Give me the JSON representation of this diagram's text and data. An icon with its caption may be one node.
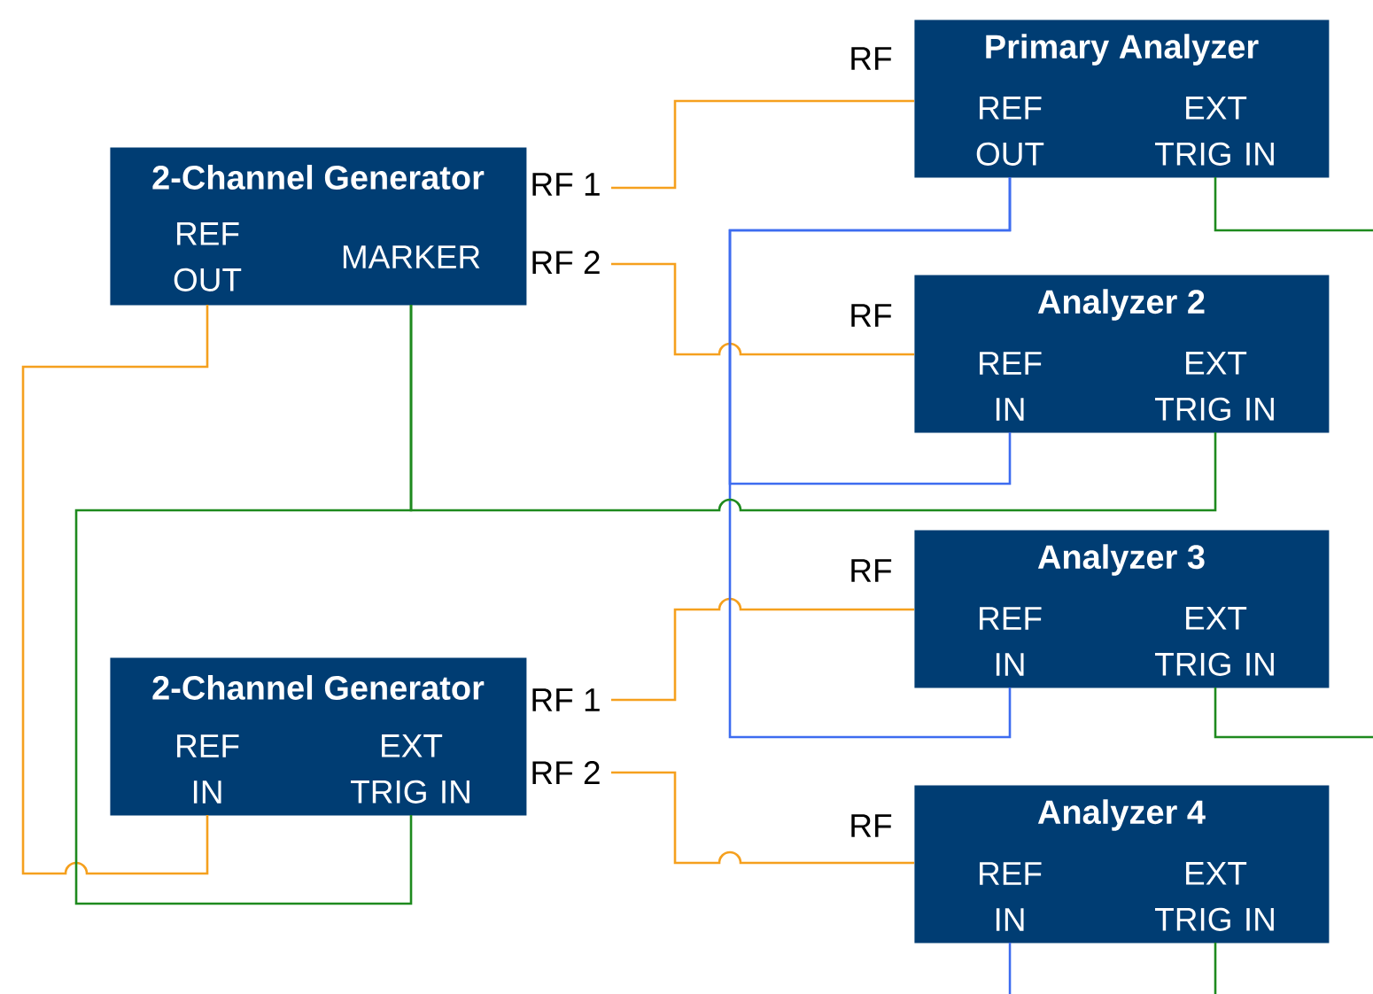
{
  "diagram": {
    "nodes": [
      {
        "text": [
          "2-Channel Generator",
          "REF OUT",
          "MARKER"
        ],
        "beside": [
          "RF 1",
          "RF 2"
        ]
      },
      {
        "text": [
          "2-Channel Generator",
          "REF IN",
          "EXT TRIG IN"
        ],
        "beside": [
          "RF 1",
          "RF 2"
        ]
      },
      {
        "text": [
          "Primary Analyzer",
          "REF OUT",
          "EXT TRIG IN"
        ],
        "beside": [
          "RF"
        ]
      },
      {
        "text": [
          "Analyzer 2",
          "REF IN",
          "EXT TRIG IN"
        ],
        "beside": [
          "RF"
        ]
      },
      {
        "text": [
          "Analyzer 3",
          "REF IN",
          "EXT TRIG IN"
        ],
        "beside": [
          "RF"
        ]
      },
      {
        "text": [
          "Analyzer 4",
          "REF IN",
          "EXT TRIG IN"
        ],
        "beside": [
          "RF"
        ]
      }
    ],
    "edges": [
      {
        "from": 0,
        "to": 2,
        "arrow": "none",
        "color": "#f5a01e"
      },
      {
        "from": 0,
        "to": 3,
        "arrow": "none",
        "color": "#f5a01e"
      },
      {
        "from": 1,
        "to": 4,
        "arrow": "none",
        "color": "#f5a01e"
      },
      {
        "from": 1,
        "to": 5,
        "arrow": "none",
        "color": "#f5a01e"
      },
      {
        "from": 0,
        "to": 1,
        "arrow": "none",
        "color": "#f5a01e"
      },
      {
        "from": 2,
        "to": 3,
        "arrow": "none",
        "color": "#3d6cf0"
      },
      {
        "from": 2,
        "to": 4,
        "arrow": "none",
        "color": "#3d6cf0"
      },
      {
        "from": 5,
        "to": null,
        "arrow": "none",
        "color": "#3d6cf0"
      },
      {
        "from": 0,
        "to": 1,
        "arrow": "none",
        "color": "#1e8a1e"
      },
      {
        "from": 0,
        "to": 3,
        "arrow": "none",
        "color": "#1e8a1e"
      },
      {
        "from": 2,
        "to": null,
        "arrow": "none",
        "color": "#1e8a1e"
      },
      {
        "from": 4,
        "to": null,
        "arrow": "none",
        "color": "#1e8a1e"
      },
      {
        "from": 5,
        "to": null,
        "arrow": "none",
        "color": "#1e8a1e"
      }
    ]
  }
}
